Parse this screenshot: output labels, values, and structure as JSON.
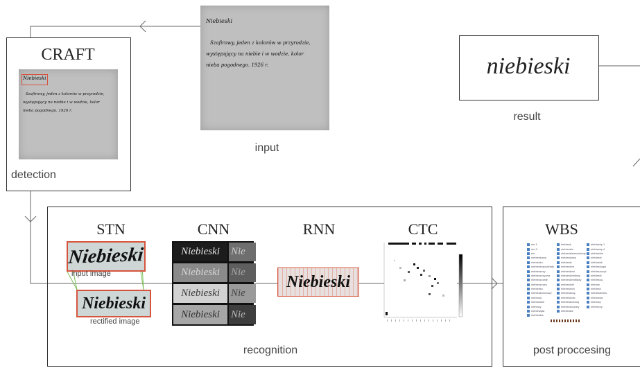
{
  "input": {
    "label": "input",
    "doc_title": "Niebieski",
    "doc_lines": [
      "Szafirowy, jeden z kolorów w przyrodzie,",
      "występujący na niebie i w wodzie, kolor",
      "nieba pogodnego. 1926 r."
    ]
  },
  "craft": {
    "title": "CRAFT",
    "label": "detection",
    "doc_title": "Niebieski",
    "doc_lines": [
      "Szafirowy, jeden z kolorów w przyrodzie,",
      "występujący na niebie i w wodzie, kolor",
      "nieba pogodnego. 1926 r."
    ]
  },
  "result": {
    "label": "result",
    "word": "niebieski"
  },
  "recognition": {
    "label": "recognition",
    "stn": {
      "title": "STN",
      "word": "Niebieski",
      "input_caption": "input image",
      "rectified_caption": "rectified image"
    },
    "cnn": {
      "title": "CNN",
      "cells": [
        {
          "text": "Niebieski",
          "bg": "#1c1c1c",
          "fg": "#e6e6e6"
        },
        {
          "text": "Nie",
          "bg": "#6e6e6e",
          "fg": "#cfcfcf"
        },
        {
          "text": "Niebieski",
          "bg": "#8a8a8a",
          "fg": "#d8d8d8"
        },
        {
          "text": "Nie",
          "bg": "#5e5e5e",
          "fg": "#a8a8a8"
        },
        {
          "text": "Niebieski",
          "bg": "#d2d2d2",
          "fg": "#3a3a3a"
        },
        {
          "text": "Nie",
          "bg": "#9a9a9a",
          "fg": "#444"
        },
        {
          "text": "Niebieski",
          "bg": "#a7a7a7",
          "fg": "#2e2e2e"
        },
        {
          "text": "Nie",
          "bg": "#3e3e3e",
          "fg": "#bbbbbb"
        }
      ]
    },
    "rnn": {
      "title": "RNN",
      "word": "Niebieski"
    },
    "ctc": {
      "title": "CTC"
    }
  },
  "wbs": {
    "title": "WBS",
    "label": "post proccesing",
    "columns": [
      [
        "nie 1",
        "nie 9",
        "nie",
        "niebieskawy",
        "niebiesko",
        "niebieskopopielaty",
        "niebieszczy",
        "niebieszczyzna",
        "niebieszczeje",
        "niebieszczeć",
        "niebiesko",
        "niebieskoróżowy",
        "niebiosa",
        "niebiosami",
        "niebiosy",
        "niebiesięta",
        "niebieskie"
      ],
      [
        "niebiesk",
        "niebieskie",
        "niebieskiemuzielony",
        "niebieskawy",
        "niebieski",
        "niebieskim",
        "niebieskimi",
        "niebieskimilówy",
        "niebieskimiblady",
        "niebieskiel",
        "niebieskich",
        "niebieskosy",
        "niebieskolic",
        "niebieskonowy",
        "niebieskoszary",
        "niebieskie"
      ],
      [
        "niebieskę 1",
        "niebieskę 4",
        "niebieskie",
        "niebieski",
        "niebiańsk",
        "niebieskojęb",
        "niebieszczyć",
        "niebieski",
        "niebieską",
        "niebiań",
        "niebiesk",
        "niebieskiemu",
        "niebianka",
        "niebiosy",
        "niebiecny"
      ]
    ]
  }
}
